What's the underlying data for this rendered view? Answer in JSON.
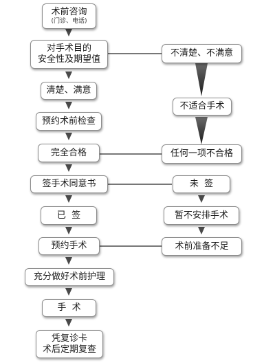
{
  "nodes": {
    "consult": "术前咨询",
    "consult_sub": "(门诊、电话)",
    "safety_1": "对手术目的",
    "safety_2": "安全性及期望值",
    "clear": "清楚、满意",
    "exam": "预约术前检查",
    "qualified": "完全合格",
    "consent": "签手术同意书",
    "signed": "已  签",
    "book": "预约手术",
    "care": "充分做好术前护理",
    "surgery": "手  术",
    "review_1": "凭复诊卡",
    "review_2": "术后定期复查",
    "unclear": "不清楚、不满意",
    "unfit": "不适合手术",
    "any_fail": "任何一项不合格",
    "not_signed": "未  签",
    "no_schedule": "暂不安排手术",
    "insufficient": "术前准备不足"
  },
  "colors": {
    "connector": "#4a4a4a",
    "box_border": "#8c8c8c",
    "text": "#1a1a1a"
  }
}
